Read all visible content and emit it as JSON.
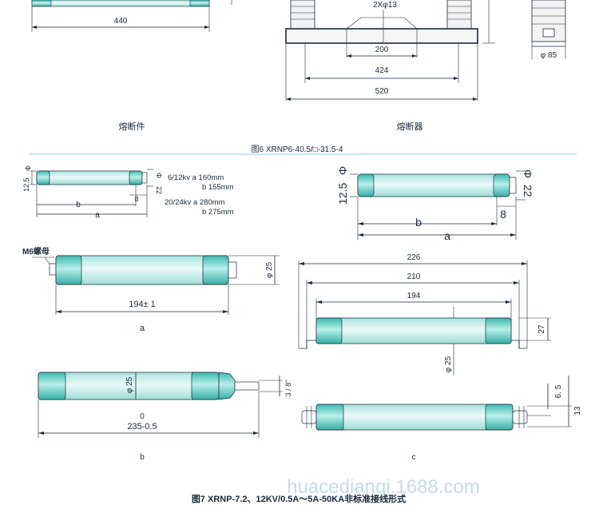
{
  "top": {
    "dim_440": "440",
    "dim_2xphi13": "2Xφ13",
    "dim_200": "200",
    "dim_424": "424",
    "dim_520": "520",
    "dim_phi85": "φ 85",
    "caption_fuse_element": "熔断件",
    "caption_fuse": "熔断器",
    "fig6_title": "图6 XRNP6-40.5/□-31.5-4"
  },
  "small_fuse": {
    "dim_12_5": "12.5",
    "dim_phi": "Φ",
    "dim_22": "22",
    "dim_8": "8",
    "dim_b": "b",
    "dim_a": "a",
    "spec_lines": [
      "6/12kv  a 160mm",
      "b 155mm",
      "20/24kv  a 280mm",
      "b 275mm"
    ]
  },
  "large_fuse": {
    "dim_12_5": "12.5",
    "dim_phi": "Φ",
    "dim_22": "22",
    "dim_8": "8",
    "dim_b": "b",
    "dim_a": "a"
  },
  "fuse_a": {
    "nut_label": "M6螺母",
    "dim_phi25": "φ 25",
    "dim_194": "194±  1",
    "caption": "a"
  },
  "fuse_right": {
    "dim_226": "226",
    "dim_210": "210",
    "dim_194": "194",
    "dim_27": "27",
    "dim_phi25": "φ 25"
  },
  "fuse_b": {
    "dim_phi25": "φ 25",
    "dim_3_8": "3 / 8\"",
    "dim_0": "0",
    "dim_235": "235-0.5",
    "caption": "b"
  },
  "fuse_c": {
    "dim_6_5": "6. 5",
    "dim_13": "13",
    "caption": "c"
  },
  "fig7_title": "图7  XRNP-7.2、12KV/0.5A～5A-50KA非标准接线形式",
  "watermark": "huacedianqi.1688.com",
  "colors": {
    "fuse_body": "#c9ece6",
    "fuse_end": "#5fc8c0",
    "line": "#1a2a3a",
    "divider": "#7fb7e0"
  }
}
